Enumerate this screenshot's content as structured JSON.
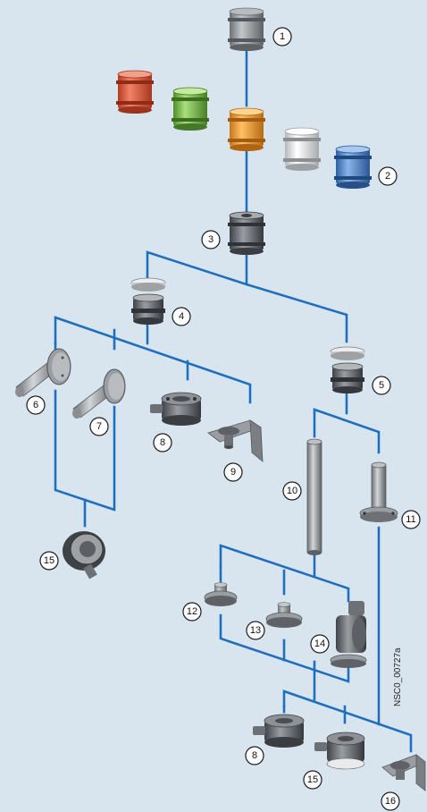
{
  "diagram": {
    "document_id": "NSC0_00727a",
    "callouts": [
      "1",
      "2",
      "3",
      "4",
      "5",
      "6",
      "7",
      "8",
      "9",
      "10",
      "11",
      "12",
      "13",
      "14",
      "15",
      "8",
      "15",
      "16"
    ],
    "colors": {
      "background": "#d9e5ee",
      "connector": "#1f6fbf",
      "module_red": "#e2573c",
      "module_green": "#7cc04a",
      "module_orange": "#f29b2a",
      "module_clear": "#e6e8ea",
      "module_blue": "#4d86cf",
      "part_grey": "#8f9296"
    }
  }
}
